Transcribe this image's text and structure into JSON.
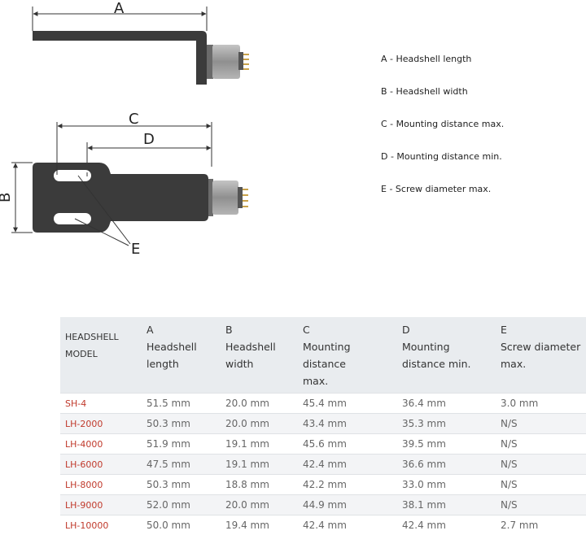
{
  "diagram": {
    "labels": {
      "a": "A",
      "b": "B",
      "c": "C",
      "d": "D",
      "e": "E"
    },
    "colors": {
      "body": "#3b3b3b",
      "connector": "#9a9a9a",
      "line": "#333333"
    }
  },
  "legend": [
    "A - Headshell length",
    "B - Headshell width",
    "C - Mounting distance max.",
    "D - Mounting distance min.",
    "E - Screw diameter max."
  ],
  "table": {
    "headers": [
      {
        "letter": "",
        "line1": "HEADSHELL",
        "line2": "MODEL"
      },
      {
        "letter": "A",
        "line1": "Headshell",
        "line2": "length"
      },
      {
        "letter": "B",
        "line1": "Headshell",
        "line2": "width"
      },
      {
        "letter": "C",
        "line1": "Mounting distance",
        "line2": "max."
      },
      {
        "letter": "D",
        "line1": "Mounting",
        "line2": "distance min."
      },
      {
        "letter": "E",
        "line1": "Screw diameter",
        "line2": "max."
      }
    ],
    "rows": [
      [
        "SH-4",
        "51.5 mm",
        "20.0 mm",
        "45.4 mm",
        "36.4 mm",
        "3.0 mm"
      ],
      [
        "LH-2000",
        "50.3 mm",
        "20.0 mm",
        "43.4 mm",
        "35.3 mm",
        "N/S"
      ],
      [
        "LH-4000",
        "51.9 mm",
        "19.1 mm",
        "45.6 mm",
        "39.5 mm",
        "N/S"
      ],
      [
        "LH-6000",
        "47.5 mm",
        "19.1 mm",
        "42.4 mm",
        "36.6 mm",
        "N/S"
      ],
      [
        "LH-8000",
        "50.3 mm",
        "18.8 mm",
        "42.2 mm",
        "33.0 mm",
        "N/S"
      ],
      [
        "LH-9000",
        "52.0 mm",
        "20.0 mm",
        "44.9 mm",
        "38.1 mm",
        "N/S"
      ],
      [
        "LH-10000",
        "50.0 mm",
        "19.4 mm",
        "42.4 mm",
        "42.4 mm",
        "2.7 mm"
      ]
    ]
  }
}
